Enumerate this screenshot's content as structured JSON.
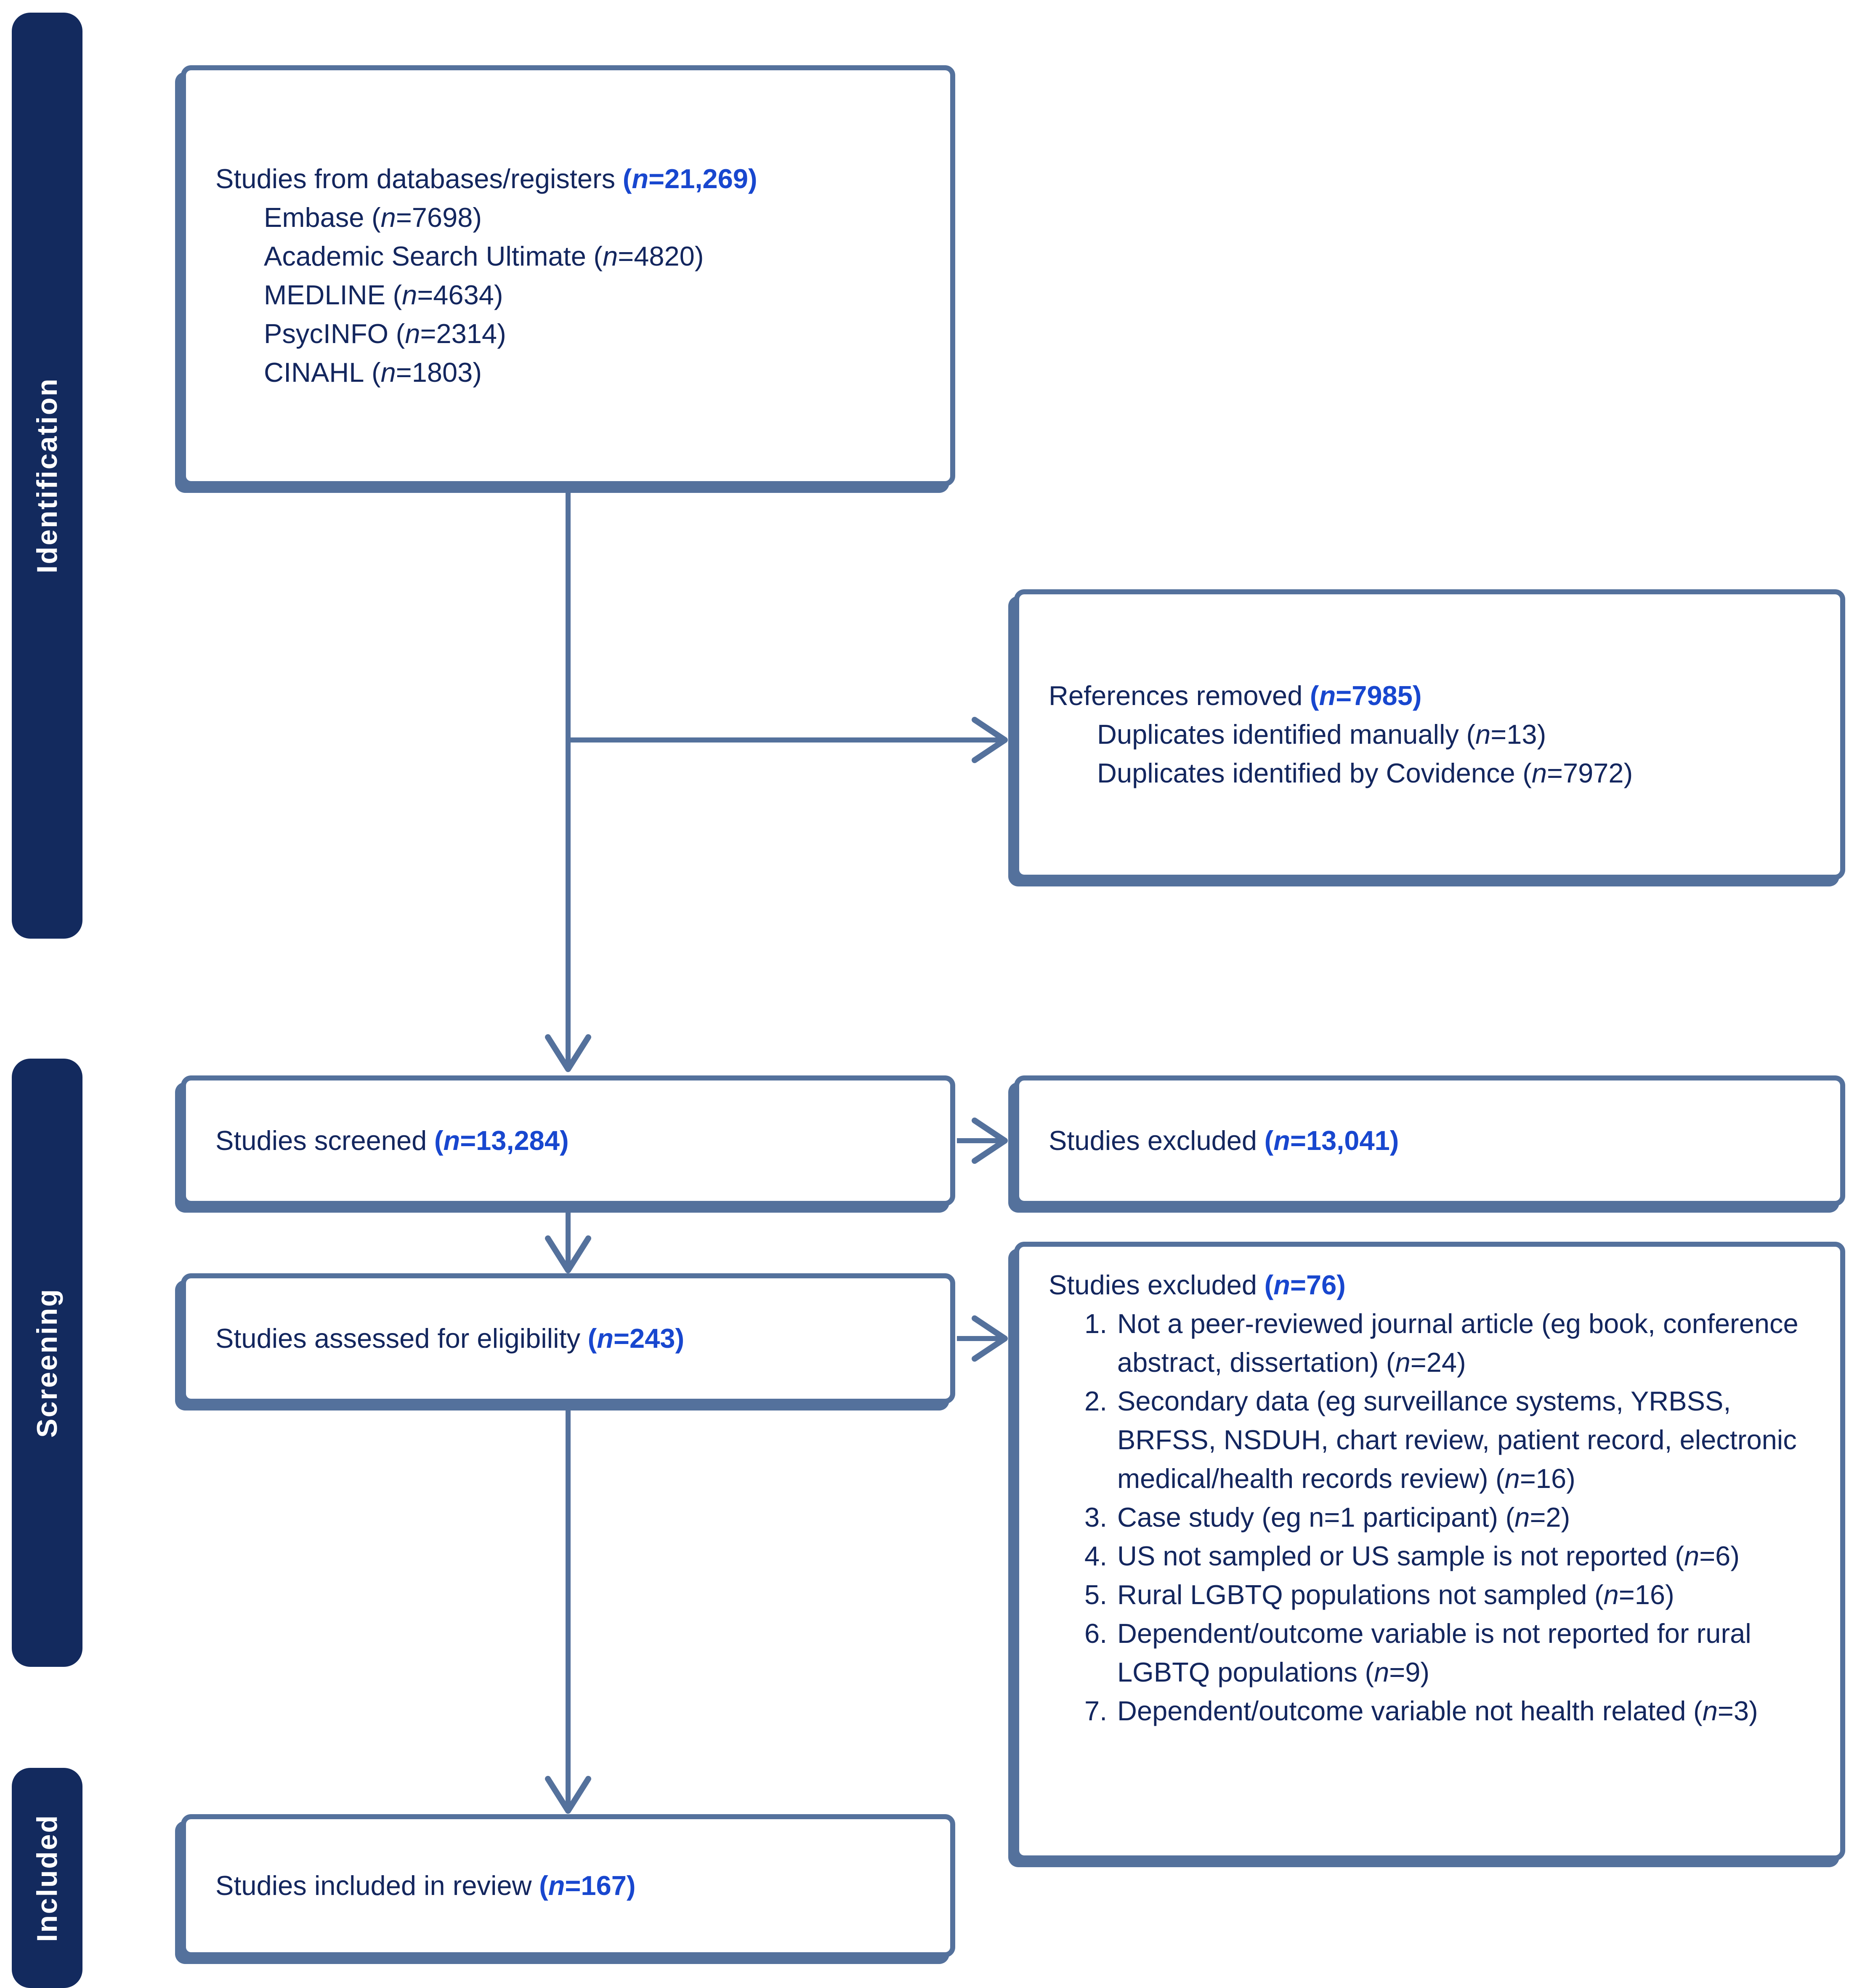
{
  "tokens": {
    "paren_open": "(",
    "n_symbol": "n",
    "equals": "=",
    "paren_close": ")"
  },
  "sidebar": {
    "stages": [
      {
        "label": "Identification"
      },
      {
        "label": "Screening"
      },
      {
        "label": "Included"
      }
    ]
  },
  "boxes": {
    "databases": {
      "title": {
        "text": "Studies from databases/registers",
        "n_value": "21,269"
      },
      "items": [
        {
          "text": "Embase",
          "n_value": "7698"
        },
        {
          "text": "Academic Search Ultimate",
          "n_value": "4820"
        },
        {
          "text": "MEDLINE",
          "n_value": "4634"
        },
        {
          "text": "PsycINFO",
          "n_value": "2314"
        },
        {
          "text": "CINAHL",
          "n_value": "1803"
        }
      ]
    },
    "references_removed": {
      "title": {
        "text": "References removed",
        "n_value": "7985"
      },
      "items": [
        {
          "text": "Duplicates identified manually",
          "n_value": "13"
        },
        {
          "text": "Duplicates identified by Covidence",
          "n_value": "7972"
        }
      ]
    },
    "screened": {
      "title": {
        "text": "Studies screened",
        "n_value": "13,284"
      }
    },
    "excluded_screened": {
      "title": {
        "text": "Studies excluded",
        "n_value": "13,041"
      }
    },
    "assessed": {
      "title": {
        "text": "Studies assessed for eligibility",
        "n_value": "243"
      }
    },
    "excluded_assessed": {
      "title": {
        "text": "Studies excluded",
        "n_value": "76"
      },
      "reasons": [
        {
          "num": "1.",
          "text": "Not a peer-reviewed journal article (eg book, conference abstract, dissertation)",
          "n_value": "24"
        },
        {
          "num": "2.",
          "text": "Secondary data (eg surveillance systems, YRBSS, BRFSS, NSDUH, chart review, patient record, electronic medical/health records review)",
          "n_value": "16"
        },
        {
          "num": "3.",
          "text": "Case study (eg n=1 participant)",
          "n_value": "2"
        },
        {
          "num": "4.",
          "text": "US not sampled or US sample is not reported",
          "n_value": "6"
        },
        {
          "num": "5.",
          "text": "Rural LGBTQ populations not sampled",
          "n_value": "16"
        },
        {
          "num": "6.",
          "text": "Dependent/outcome variable is not reported for rural LGBTQ populations",
          "n_value": "9"
        },
        {
          "num": "7.",
          "text": "Dependent/outcome variable not health related",
          "n_value": "3"
        }
      ]
    },
    "included": {
      "title": {
        "text": "Studies included in review",
        "n_value": "167"
      }
    }
  },
  "colors": {
    "navy_text": "#13265E",
    "accent_blue": "#1847CF",
    "sidebar_bg": "#132A5E",
    "border_slate": "#54719C",
    "background": "#FFFFFF"
  }
}
